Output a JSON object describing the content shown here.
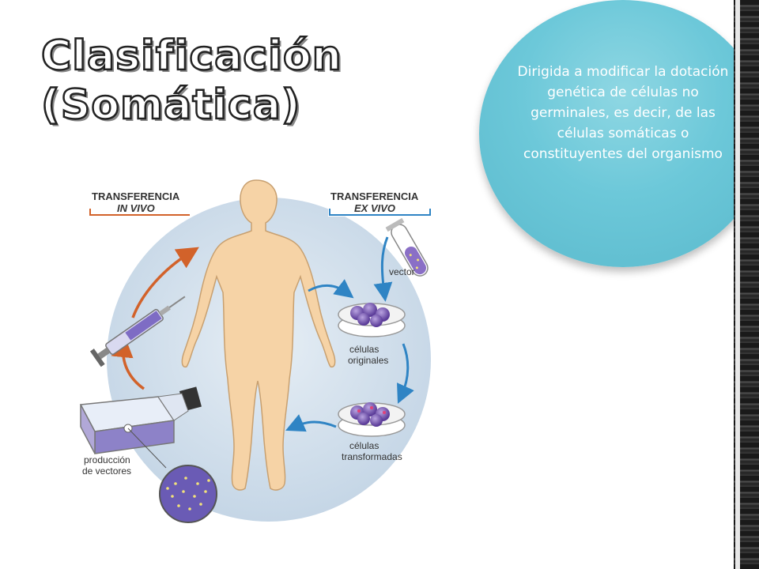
{
  "slide": {
    "title_line1": "Clasificación",
    "title_line2": "(Somática)",
    "definition": "Dirigida a modificar la dotación genética de células no germinales, es decir, de las células somáticas o constituyentes del organismo"
  },
  "diagram": {
    "in_vivo_title": "TRANSFERENCIA",
    "in_vivo_sub": "IN VIVO",
    "ex_vivo_title": "TRANSFERENCIA",
    "ex_vivo_sub": "EX VIVO",
    "vector_label": "vector",
    "original_cells_line1": "células",
    "original_cells_line2": "originales",
    "transformed_cells_line1": "células",
    "transformed_cells_line2": "transformadas",
    "vector_production_line1": "producción",
    "vector_production_line2": "de vectores"
  },
  "colors": {
    "circle_bg": "#cfdde9",
    "body_skin": "#f6d3a6",
    "arrow_in_vivo": "#d2622a",
    "arrow_ex_vivo": "#2f84c4",
    "cell_purple": "#6b4aa8"
  }
}
